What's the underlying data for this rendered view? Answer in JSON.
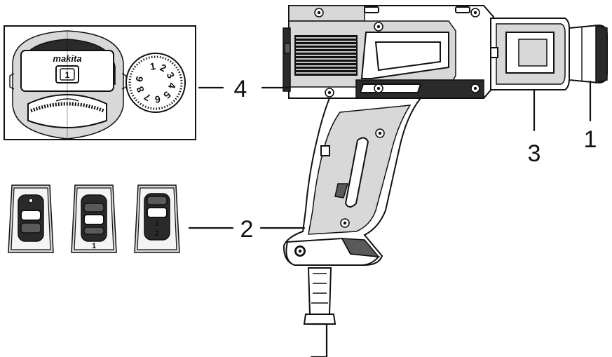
{
  "callouts": {
    "c1": "1",
    "c2": "2",
    "c3": "3",
    "c4": "4"
  },
  "inset": {
    "brand": "makita",
    "badge_number": "1",
    "dial_digits": [
      "1",
      "2",
      "3",
      "4",
      "5",
      "6",
      "7",
      "8",
      "6"
    ]
  },
  "switches": {
    "sw2_label": "1",
    "sw3_label_a": "1",
    "sw3_label_b": "2"
  }
}
